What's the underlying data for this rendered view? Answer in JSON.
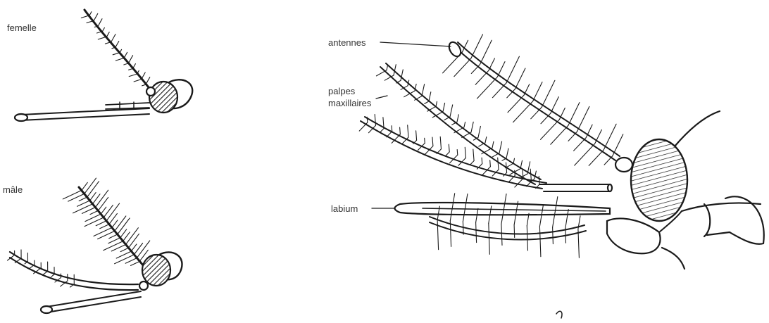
{
  "labels": {
    "female": "femelle",
    "male": "mâle",
    "antennae": "antennes",
    "palps_line1": "palpes",
    "palps_line2": "maxillaires",
    "labium": "labium"
  },
  "colors": {
    "ink": "#1a1a1a",
    "label_text": "#333333",
    "background": "#ffffff"
  }
}
